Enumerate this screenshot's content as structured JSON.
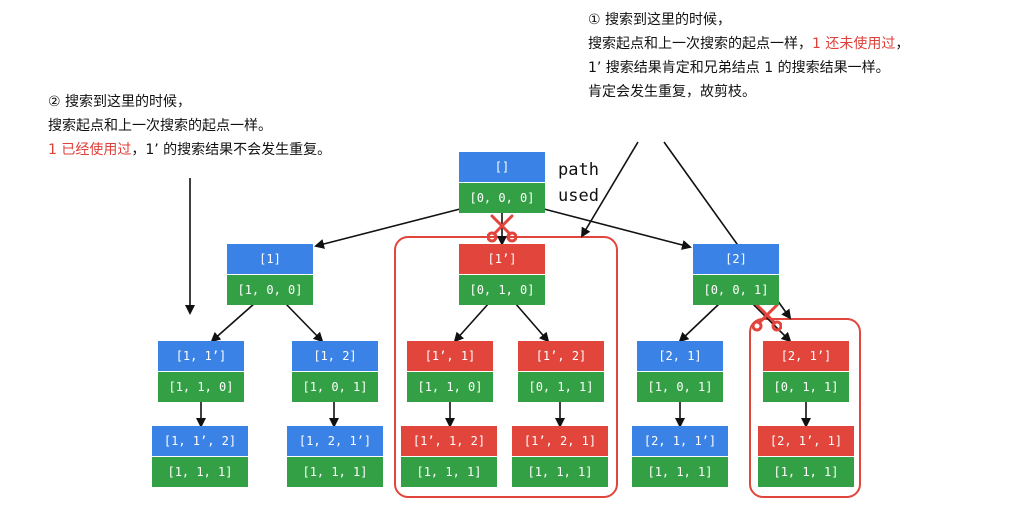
{
  "labels": {
    "path": "path",
    "used": "used"
  },
  "note_left": {
    "line1": "② 搜索到这里的时候，",
    "line2": "搜索起点和上一次搜索的起点一样。",
    "line3_red": "1 已经使用过",
    "line3_rest": "，1’ 的搜索结果不会发生重复。"
  },
  "note_right": {
    "line1": "① 搜索到这里的时候，",
    "line2_black": "搜索起点和上一次搜索的起点一样，",
    "line2_red": "1 还未使用过",
    "line2_end": "，",
    "line3": "1’ 搜索结果肯定和兄弟结点 1 的搜索结果一样。",
    "line4": "肯定会发生重复，故剪枝。"
  },
  "nodes": {
    "root": {
      "path": "[]",
      "used": "[0, 0, 0]"
    },
    "n1": {
      "path": "[1]",
      "used": "[1, 0, 0]"
    },
    "n1p": {
      "path": "[1’]",
      "used": "[0, 1, 0]"
    },
    "n2": {
      "path": "[2]",
      "used": "[0, 0, 1]"
    },
    "n1_1p": {
      "path": "[1, 1’]",
      "used": "[1, 1, 0]"
    },
    "n1_2": {
      "path": "[1, 2]",
      "used": "[1, 0, 1]"
    },
    "n1p_1": {
      "path": "[1’, 1]",
      "used": "[1, 1, 0]"
    },
    "n1p_2": {
      "path": "[1’, 2]",
      "used": "[0, 1, 1]"
    },
    "n2_1": {
      "path": "[2, 1]",
      "used": "[1, 0, 1]"
    },
    "n2_1p": {
      "path": "[2, 1’]",
      "used": "[0, 1, 1]"
    },
    "n1_1p_2": {
      "path": "[1, 1’, 2]",
      "used": "[1, 1, 1]"
    },
    "n1_2_1p": {
      "path": "[1, 2, 1’]",
      "used": "[1, 1, 1]"
    },
    "n1p_1_2": {
      "path": "[1’, 1, 2]",
      "used": "[1, 1, 1]"
    },
    "n1p_2_1": {
      "path": "[1’, 2, 1]",
      "used": "[1, 1, 1]"
    },
    "n2_1_1p": {
      "path": "[2, 1, 1’]",
      "used": "[1, 1, 1]"
    },
    "n2_1p_1": {
      "path": "[2, 1’, 1]",
      "used": "[1, 1, 1]"
    }
  }
}
